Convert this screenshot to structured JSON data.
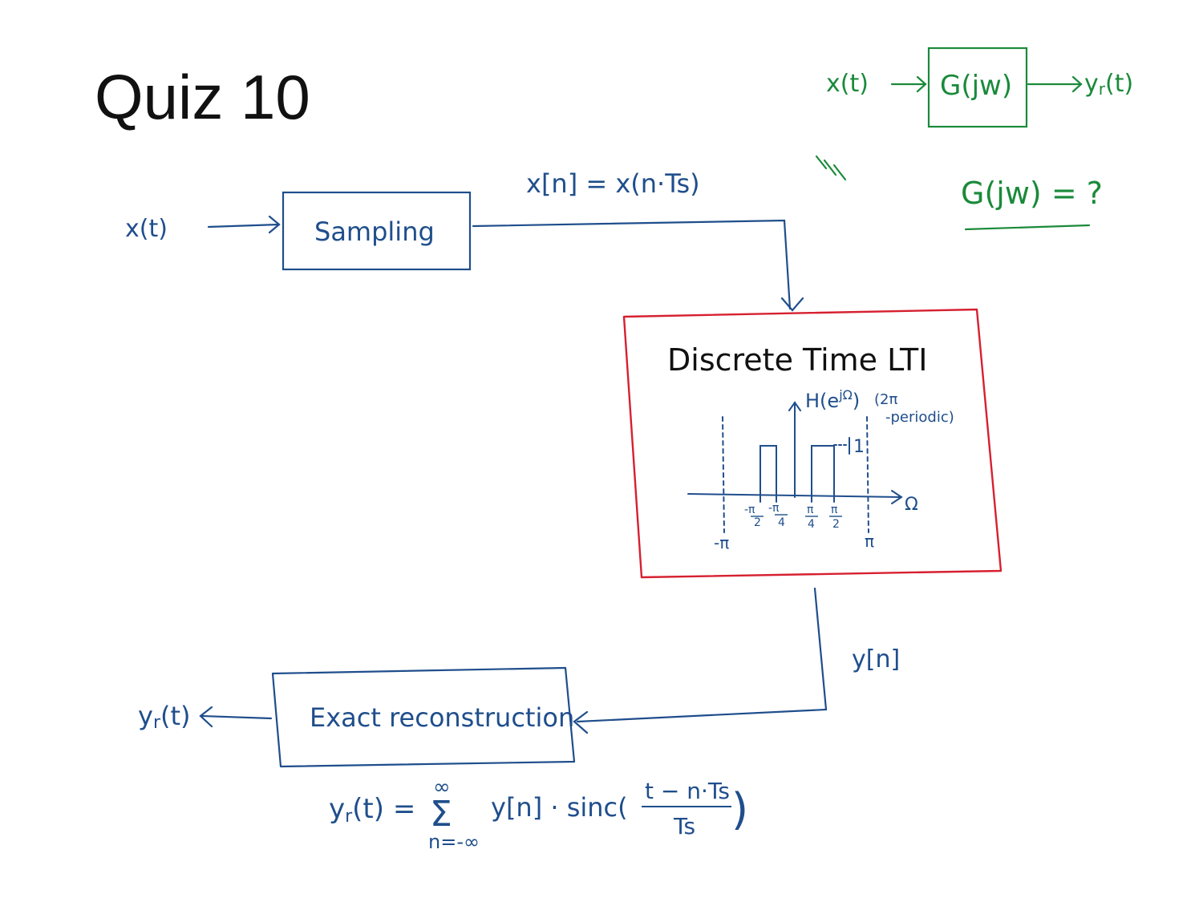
{
  "slide": {
    "title": "Quiz 10"
  },
  "colors": {
    "ink_blue": "#1f4e8c",
    "ink_green": "#1a8a3a",
    "ink_red": "#d62030",
    "ink_black": "#111111"
  },
  "green_block": {
    "input_label": "x(t)",
    "box_label": "G(jw)",
    "output_label": "y",
    "output_sub": "r",
    "output_tail": "(t)",
    "question": "G(jw) = ?"
  },
  "diagram": {
    "input_label": "x(t)",
    "sampling_label": "Sampling",
    "sampled_signal_label": "x[n] = x(n·Ts)",
    "lti_title": "Discrete Time LTI",
    "response_label_base": "H(e",
    "response_label_sup": "jΩ",
    "response_label_close": ")",
    "periodic_note_1": "(2π",
    "periodic_note_2": "-periodic)",
    "magnitude_label": "1",
    "axis_label": "Ω",
    "ticks": {
      "neg_pi": "-π",
      "pi": "π",
      "neg_pi_over_2_num": "-π",
      "neg_pi_over_2_den": "2",
      "neg_pi_over_4_num": "-π",
      "neg_pi_over_4_den": "4",
      "pi_over_4_num": "π",
      "pi_over_4_den": "4",
      "pi_over_2_num": "π",
      "pi_over_2_den": "2"
    },
    "output_signal_label": "y[n]",
    "reconstruction_label": "Exact reconstruction",
    "final_output_label": "y",
    "final_output_sub": "r",
    "final_output_tail": "(t)"
  },
  "formula": {
    "lhs": "y",
    "lhs_sub": "r",
    "lhs_tail": "(t) =",
    "sum_upper": "∞",
    "sum_symbol": "Σ",
    "sum_lower": "n=-∞",
    "term": "y[n] · sinc(",
    "frac_num": "t − n·Ts",
    "frac_den": "Ts",
    "close": ")"
  }
}
